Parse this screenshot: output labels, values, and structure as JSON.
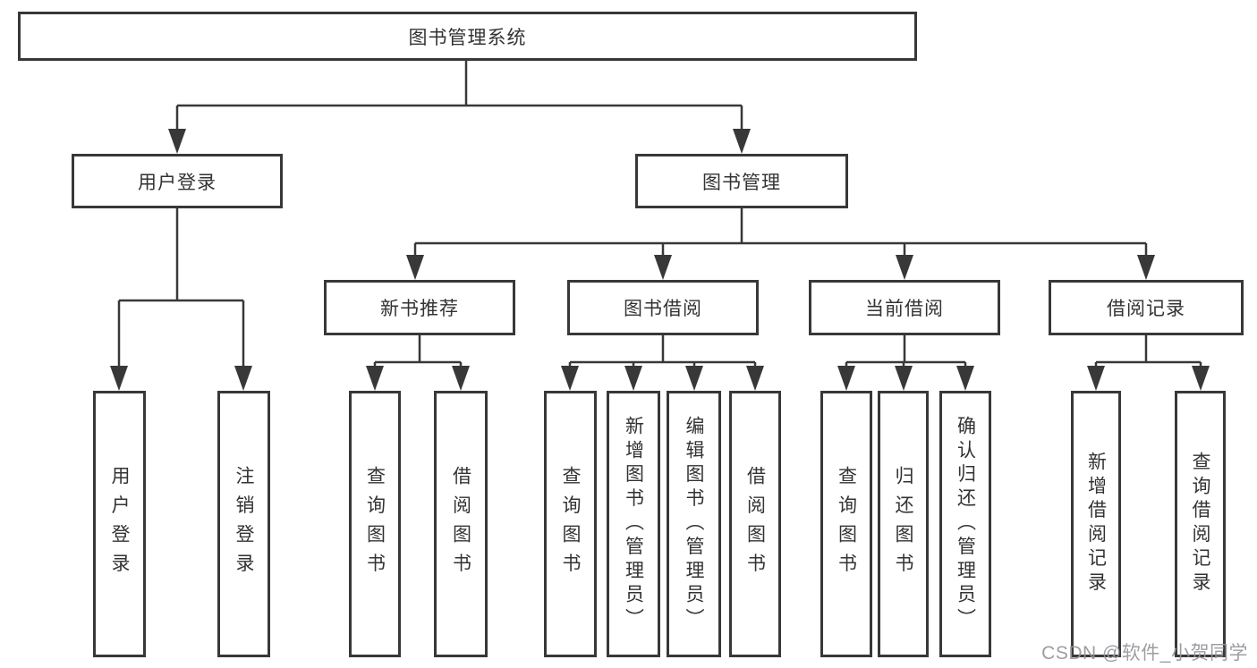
{
  "diagram": {
    "title": "图书管理系统",
    "level2": [
      {
        "label": "用户登录"
      },
      {
        "label": "图书管理"
      }
    ],
    "level3": [
      {
        "label": "新书推荐"
      },
      {
        "label": "图书借阅"
      },
      {
        "label": "当前借阅"
      },
      {
        "label": "借阅记录"
      }
    ],
    "leaves": [
      {
        "label": "用户登录"
      },
      {
        "label": "注销登录"
      },
      {
        "label": "查询图书"
      },
      {
        "label": "借阅图书"
      },
      {
        "label": "查询图书"
      },
      {
        "label": "新增图书（管理员）"
      },
      {
        "label": "编辑图书（管理员）"
      },
      {
        "label": "借阅图书"
      },
      {
        "label": "查询图书"
      },
      {
        "label": "归还图书"
      },
      {
        "label": "确认归还（管理员）"
      },
      {
        "label": "新增借阅记录"
      },
      {
        "label": "查询借阅记录"
      }
    ]
  },
  "watermark": "CSDN @软件_小贺同学",
  "colors": {
    "line": "#383838",
    "text": "#333333",
    "watermark": "#94969a"
  }
}
